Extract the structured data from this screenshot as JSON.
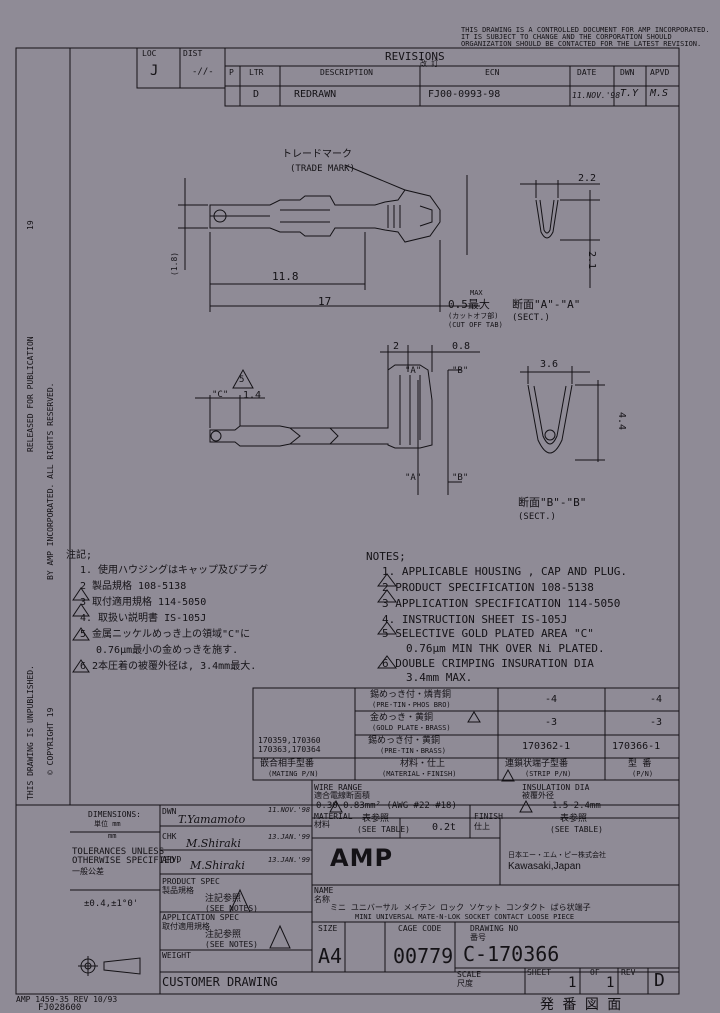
{
  "header_notice": [
    "THIS DRAWING IS A CONTROLLED DOCUMENT FOR AMP INCORPORATED.",
    "IT IS SUBJECT TO CHANGE AND THE CORPORATION SHOULD",
    "ORGANIZATION SHOULD BE CONTACTED FOR THE LATEST REVISION."
  ],
  "loc_label": "LOC",
  "loc_value": "J",
  "dist_label": "DIST",
  "dist_value": "-//-",
  "revisions": {
    "title": "REVISIONS",
    "title_jp": "改 訂",
    "headers": {
      "p": "P",
      "ltr": "LTR",
      "description": "DESCRIPTION",
      "ecn": "ECN",
      "date": "DATE",
      "dwn": "DWN",
      "apvd": "APVD"
    },
    "row": {
      "ltr": "D",
      "description": "REDRAWN",
      "ecn": "FJ00-0993-98",
      "date": "11.NOV.'98",
      "dwn": "T.Y",
      "apvd": "M.S"
    }
  },
  "labels": {
    "trade_mark_jp": "トレードマーク",
    "trade_mark": "(TRADE MARK)",
    "max": "MAX",
    "cut_off_tab_value": "0.5最大",
    "cut_off_tab_jp": "(カットオフ部)",
    "cut_off_tab": "(CUT OFF TAB)",
    "sect_aa": "断面\"A\"-\"A\"",
    "sect_aa_en": "(SECT.)",
    "sect_bb": "断面\"B\"-\"B\"",
    "sect_bb_en": "(SECT.)",
    "c_label": "\"C\"",
    "a_label": "\"A\"",
    "b_label": "\"B\""
  },
  "dims": {
    "d2_2": "2.2",
    "d2_1": "2.1",
    "d1_8": "(1.8)",
    "d11_8": "11.8",
    "d17": "17",
    "d2": "2",
    "d0_8": "0.8",
    "d1_4": "1.4",
    "d3_6": "3.6",
    "d4_4": "4.4"
  },
  "notes_jp_title": "注記;",
  "notes_jp": [
    "1. 使用ハウジングはキャップ及びプラグ",
    "2 製品規格 108-5138",
    "3 取付適用規格 114-5050",
    "4. 取扱い説明書 IS-105J",
    "5 金属ニッケルめっき上の領域\"C\"に",
    "0.76μm最小の金めっきを施す.",
    "6 2本圧着の被覆外径は, 3.4mm最大."
  ],
  "notes_en_title": "NOTES;",
  "notes_en": [
    "1. APPLICABLE HOUSING , CAP AND PLUG.",
    "2 PRODUCT SPECIFICATION 108-5138",
    "3 APPLICATION SPECIFICATION 114-5050",
    "4. INSTRUCTION SHEET IS-105J",
    "5 SELECTIVE GOLD PLATED AREA \"C\"",
    "0.76μm MIN THK OVER Ni PLATED.",
    "6 DOUBLE CRIMPING INSURATION DIA",
    "3.4mm MAX."
  ],
  "parts_table": {
    "rows": [
      {
        "material_jp": "錫めっき付・燐青銅",
        "material": "(PRE-TIN・PHOS BRO)",
        "strip": "-4",
        "pn": "-4"
      },
      {
        "material_jp": "金めっき・黄銅",
        "material": "(GOLD PLATE・BRASS)",
        "strip": "-3",
        "pn": "-3"
      },
      {
        "mating": [
          "170359,170360",
          "170363,170364"
        ],
        "material_jp": "錫めっき付・黄銅",
        "material": "(PRE-TIN・BRASS)",
        "strip": "170362-1",
        "pn": "170366-1"
      }
    ],
    "headers": {
      "mating_jp": "嵌合相手型番",
      "mating": "(MATING P/N)",
      "material_jp": "材料・仕上",
      "material": "(MATERIAL・FINISH)",
      "strip_jp": "連鎖状端子型番",
      "strip": "(STRIP P/N)",
      "pn_jp": "型 番",
      "pn": "(P/N)"
    }
  },
  "title_block": {
    "dimensions": "DIMENSIONS:",
    "dimensions_jp": "単位 mm",
    "units": "mm",
    "tolerances": [
      "TOLERANCES UNLESS",
      "OTHERWISE SPECIFIED:"
    ],
    "general_tol_jp": "一般公差",
    "tolerance_value": "±0.4,±1°0'",
    "dwn_label": "DWN",
    "dwn_sign": "T.Yamamoto",
    "dwn_date": "11.NOV.'98",
    "chk_label": "CHK",
    "chk_sign": "M.Shiraki",
    "chk_date": "13.JAN.'99",
    "apvd_label": "APVD",
    "apvd_sign": "M.Shiraki",
    "apvd_date": "13.JAN.'99",
    "product_spec": "PRODUCT SPEC",
    "product_spec_jp": "製品規格",
    "product_spec_ref_jp": "注記参照",
    "product_spec_ref": "(SEE NOTES)",
    "application_spec": "APPLICATION SPEC",
    "application_spec_jp": "取付適用規格",
    "application_spec_ref_jp": "注記参照",
    "application_spec_ref": "(SEE NOTES)",
    "weight": "WEIGHT",
    "customer_drawing": "CUSTOMER DRAWING",
    "wire_range": "WIRE RANGE",
    "wire_range_jp": "適合電線断面積",
    "wire_range_value": "0.30~0.83mm² (AWG #22~#18)",
    "insulation_dia": "INSULATION DIA",
    "insulation_dia_jp": "被覆外径",
    "insulation_dia_value": "1.5~2.4mm",
    "material_label": "MATERIAL",
    "material_jp": "材料",
    "material_ref_jp": "表参照",
    "material_ref": "(SEE TABLE)",
    "thickness": "0.2t",
    "finish_label": "FINISH",
    "finish_jp": "仕上",
    "finish_ref_jp": "表参照",
    "finish_ref": "(SEE TABLE)",
    "company_logo": "AMP",
    "company_jp": "日本エー・エム・ピー株式会社",
    "company_location": "Kawasaki,Japan",
    "name_label": "NAME",
    "name_jp_label": "名称",
    "name_jp": "ミニ ユニバーサル メイテン ロック ソケット コンタクト ばら状端子",
    "name": "MINI UNIVERSAL MATE-N-LOK SOCKET CONTACT LOOSE PIECE",
    "size_label": "SIZE",
    "size": "A4",
    "cage_code_label": "CAGE CODE",
    "cage_code": "00779",
    "drawing_no_label": "DRAWING NO",
    "drawing_no_jp": "番号",
    "drawing_no": "C-170366",
    "scale_label": "SCALE",
    "scale_jp": "尺度",
    "sheet_label": "SHEET",
    "sheet": "1",
    "of_label": "OF",
    "of": "1",
    "rev_label": "REV",
    "rev": "D",
    "stamp_jp": "発 番 図 面"
  },
  "side_text": {
    "left_top": "THIS DRAWING IS UNPUBLISHED.",
    "left_bottom": "© COPYRIGHT 19",
    "right_top": "RELEASED FOR PUBLICATION",
    "right_bottom": "BY AMP INCORPORATED. ALL RIGHTS RESERVED.",
    "year": "19"
  },
  "footer": {
    "form": "AMP 1459-35 REV 10/93",
    "code": "FJ028600"
  }
}
